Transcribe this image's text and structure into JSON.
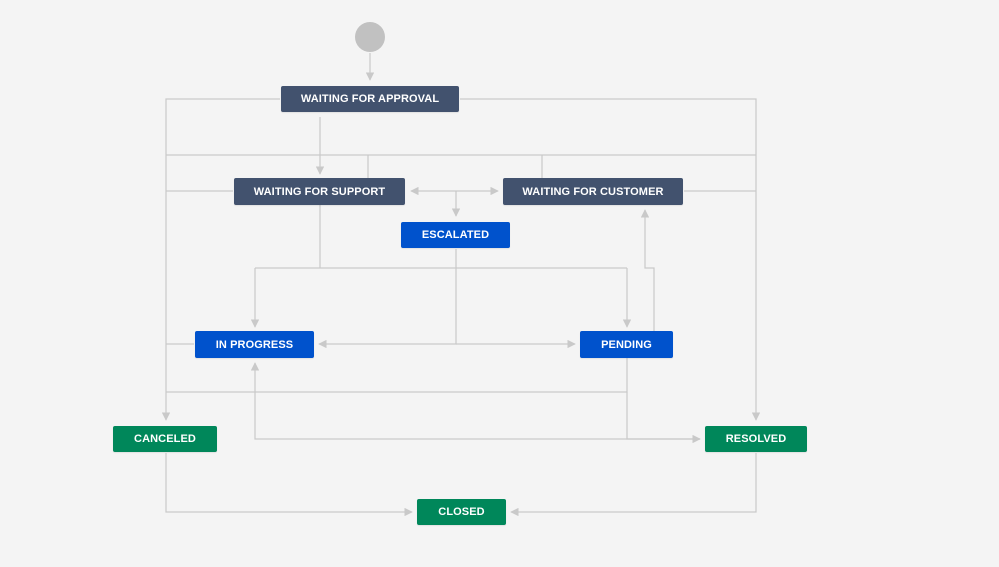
{
  "colors": {
    "background": "#f4f4f4",
    "todo": "#42526e",
    "in_progress": "#0052cc",
    "done": "#00875a",
    "start": "#c1c1c1",
    "edge": "#c9c9c9"
  },
  "workflow": {
    "states": {
      "waiting_for_approval": {
        "label": "WAITING FOR APPROVAL",
        "category": "todo"
      },
      "waiting_for_support": {
        "label": "WAITING FOR SUPPORT",
        "category": "todo"
      },
      "waiting_for_customer": {
        "label": "WAITING FOR CUSTOMER",
        "category": "todo"
      },
      "escalated": {
        "label": "ESCALATED",
        "category": "in_progress"
      },
      "in_progress": {
        "label": "IN PROGRESS",
        "category": "in_progress"
      },
      "pending": {
        "label": "PENDING",
        "category": "in_progress"
      },
      "canceled": {
        "label": "CANCELED",
        "category": "done"
      },
      "resolved": {
        "label": "RESOLVED",
        "category": "done"
      },
      "closed": {
        "label": "CLOSED",
        "category": "done"
      }
    }
  }
}
